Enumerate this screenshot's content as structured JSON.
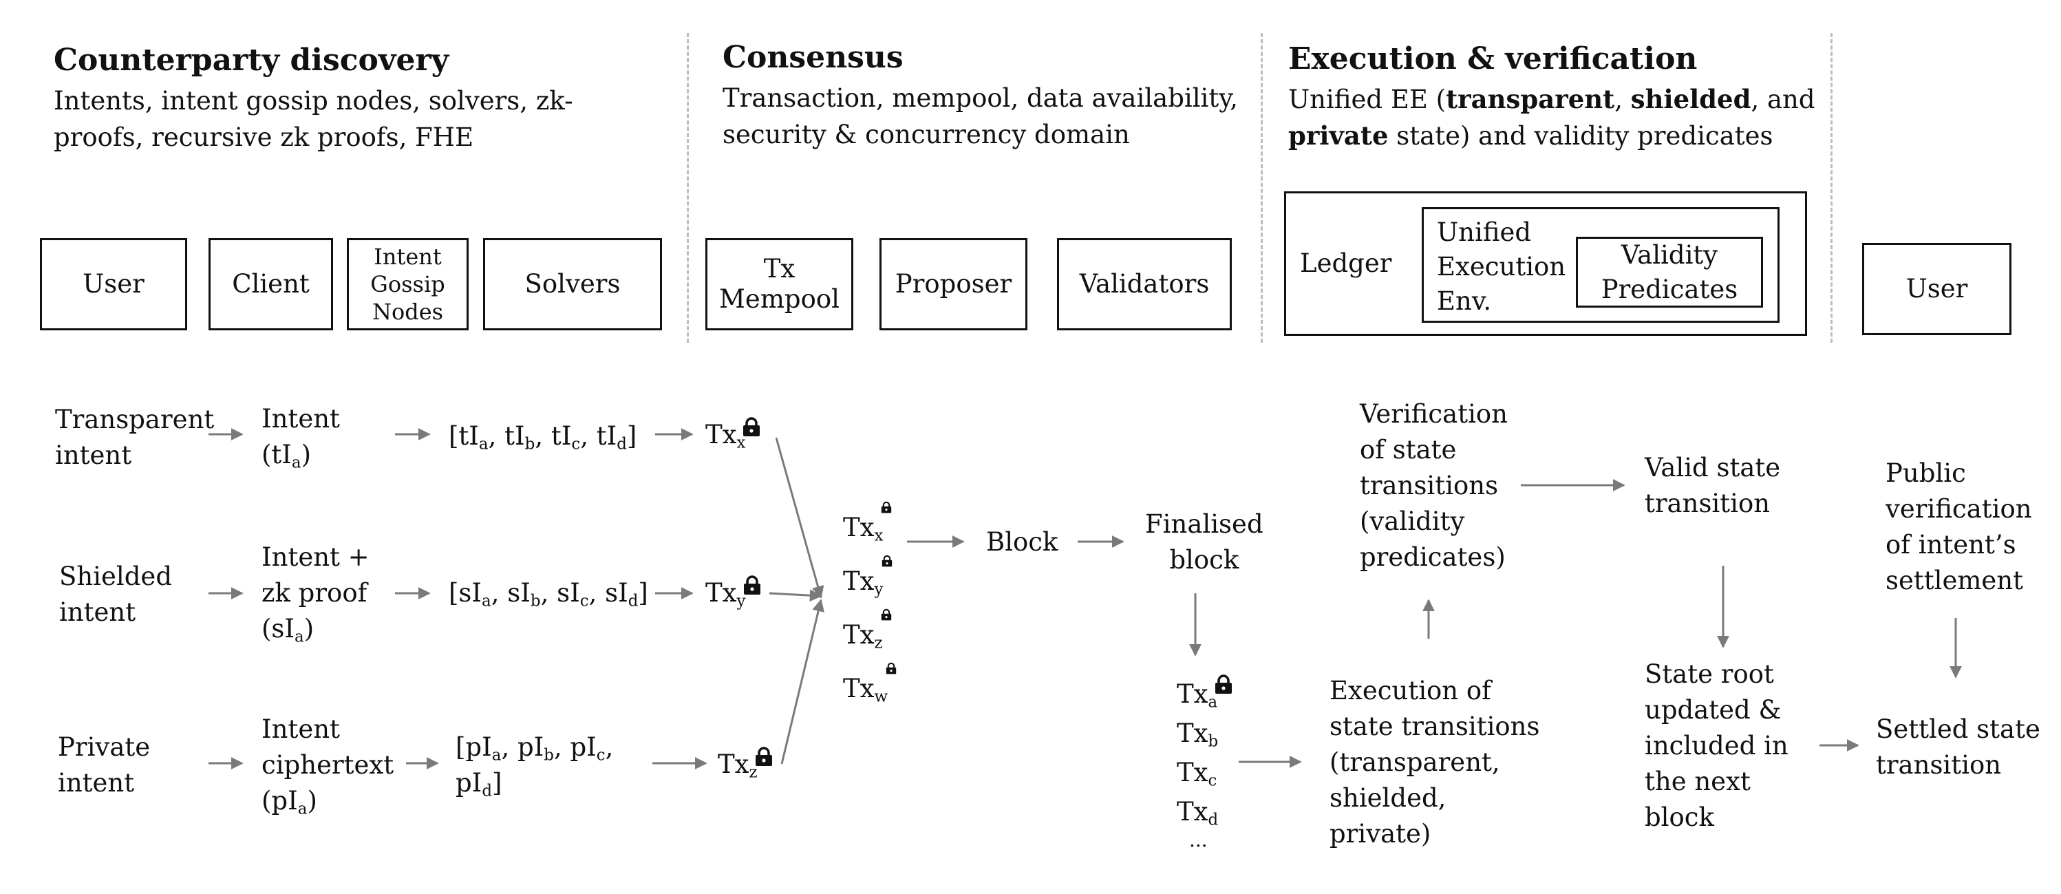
{
  "sections": [
    {
      "title": "Counterparty discovery",
      "desc1": "Intents, intent gossip nodes, solvers, zk-",
      "desc2": "proofs, recursive zk proofs, FHE"
    },
    {
      "title": "Consensus",
      "desc1": "Transaction, mempool, data availability,",
      "desc2": "security & concurrency domain"
    },
    {
      "title": "Execution & verification",
      "desc_parts": [
        "Unified EE (",
        "transparent",
        ", ",
        "shielded",
        ", and"
      ],
      "desc2_parts": [
        "private",
        " state) and validity predicates"
      ]
    }
  ],
  "components": {
    "user": "User",
    "client": "Client",
    "gossip": [
      "Intent",
      "Gossip",
      "Nodes"
    ],
    "solvers": "Solvers",
    "mempool": [
      "Tx",
      "Mempool"
    ],
    "proposer": "Proposer",
    "validators": "Validators",
    "ledger": "Ledger",
    "unified": [
      "Unified",
      "Execution",
      "Env."
    ],
    "vp": [
      "Validity",
      "Predicates"
    ],
    "user_end": "User"
  },
  "rows": [
    {
      "type": [
        "Transparent",
        "intent"
      ],
      "intent": [
        "Intent",
        "(tI",
        "a",
        ")"
      ],
      "batch": [
        "[tI",
        "a",
        ", tI",
        "b",
        ", tI",
        "c",
        ", tI",
        "d",
        "]"
      ],
      "tx": [
        "Tx",
        "x"
      ]
    },
    {
      "type": [
        "Shielded",
        "intent"
      ],
      "intent": [
        "Intent +",
        "zk proof",
        "(sI",
        "a",
        ")"
      ],
      "batch": [
        "[sI",
        "a",
        ", sI",
        "b",
        ", sI",
        "c",
        ", sI",
        "d",
        "]"
      ],
      "tx": [
        "Tx",
        "y"
      ]
    },
    {
      "type": [
        "Private",
        "intent"
      ],
      "intent": [
        "Intent",
        "ciphertext",
        "(pI",
        "a",
        ")"
      ],
      "batch1": [
        "[pI",
        "a",
        ", pI",
        "b",
        ", pI",
        "c",
        ","
      ],
      "batch2": [
        "pI",
        "d",
        "]"
      ],
      "tx": [
        "Tx",
        "z"
      ]
    }
  ],
  "mempool_txs": [
    [
      "Tx",
      "x"
    ],
    [
      "Tx",
      "y"
    ],
    [
      "Tx",
      "z"
    ],
    [
      "Tx",
      "w"
    ]
  ],
  "block": "Block",
  "finalised": [
    "Finalised",
    "block"
  ],
  "block_txs": [
    [
      "Tx",
      "a"
    ],
    [
      "Tx",
      "b"
    ],
    [
      "Tx",
      "c"
    ],
    [
      "Tx",
      "d"
    ]
  ],
  "ellipsis": "...",
  "verification": [
    "Verification",
    "of state",
    "transitions",
    "(validity",
    "predicates)"
  ],
  "execution": [
    "Execution of",
    "state transitions",
    "(transparent,",
    "shielded,",
    "private)"
  ],
  "valid": [
    "Valid state",
    "transition"
  ],
  "state_root": [
    "State root",
    "updated &",
    "included in",
    "the next",
    "block"
  ],
  "public": [
    "Public",
    "verification",
    "of intent’s",
    "settlement"
  ],
  "settled": [
    "Settled state",
    "transition"
  ],
  "colors": {
    "text": "#111111",
    "arrow": "#7a7a7a",
    "separator": "#bdbdbd"
  }
}
